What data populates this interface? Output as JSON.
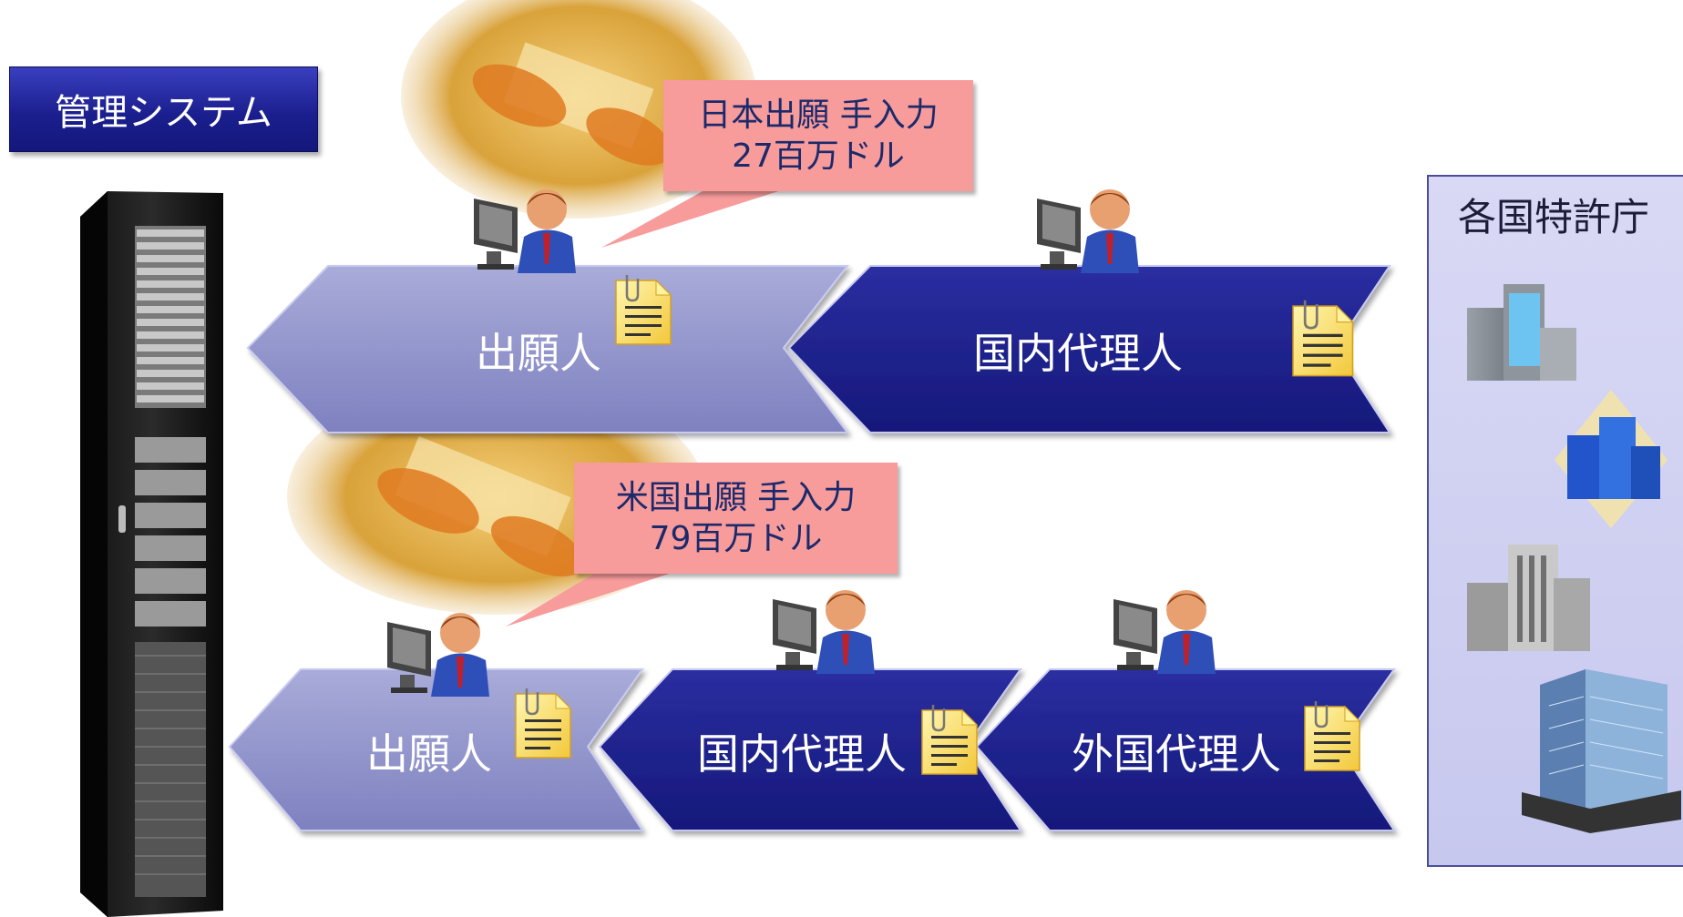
{
  "system_box": {
    "label": "管理システム"
  },
  "callouts": [
    {
      "line1": "日本出願 手入力",
      "line2": "27百万ドル"
    },
    {
      "line1": "米国出願 手入力",
      "line2": "79百万ドル"
    }
  ],
  "flow_top": {
    "applicant": "出願人",
    "domestic_agent": "国内代理人"
  },
  "flow_bottom": {
    "applicant": "出願人",
    "domestic_agent": "国内代理人",
    "foreign_agent": "外国代理人"
  },
  "patent_offices": {
    "title": "各国特許庁"
  },
  "colors": {
    "light_arrow": "#8f92c9",
    "dark_arrow": "#1e2184",
    "callout": "#f79b9b",
    "panel": "#ccccf0"
  }
}
